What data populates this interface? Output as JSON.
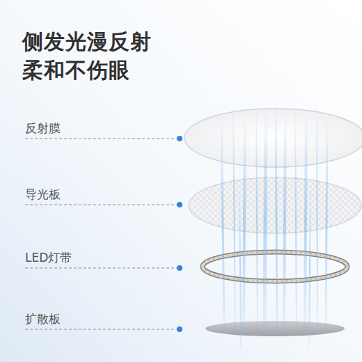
{
  "diagram": {
    "title": "侧发光漫反射 柔和不伤眼",
    "labels": [
      "反射膜",
      "导光板",
      "LED灯带",
      "扩散板"
    ]
  }
}
